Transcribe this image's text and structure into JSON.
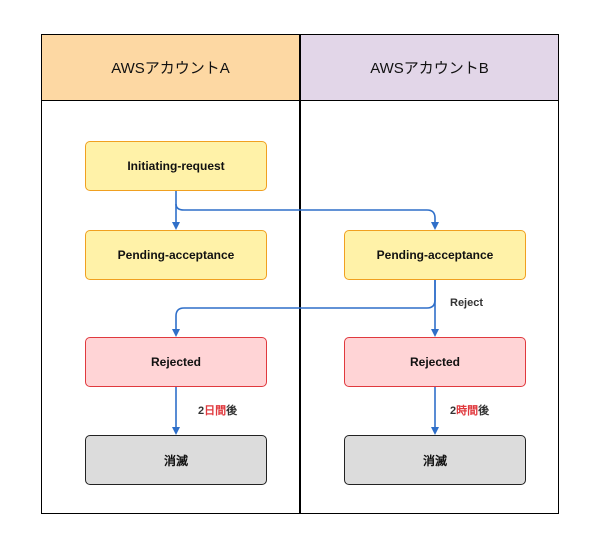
{
  "lanes": [
    {
      "id": "a",
      "title": "AWSアカウントA",
      "header_color": "#fdd8a3"
    },
    {
      "id": "b",
      "title": "AWSアカウントB",
      "header_color": "#e2d6e8"
    }
  ],
  "nodes": {
    "a_initiating": {
      "label": "Initiating-request"
    },
    "a_pending": {
      "label": "Pending-acceptance"
    },
    "b_pending": {
      "label": "Pending-acceptance"
    },
    "a_rejected": {
      "label": "Rejected"
    },
    "b_rejected": {
      "label": "Rejected"
    },
    "a_deleted": {
      "label": "消滅"
    },
    "b_deleted": {
      "label": "消滅"
    }
  },
  "edge_labels": {
    "reject": "Reject",
    "a_expire": {
      "num": "2",
      "unit": "日間",
      "suffix": "後"
    },
    "b_expire": {
      "num": "2",
      "unit": "時間",
      "suffix": "後"
    }
  },
  "colors": {
    "edge": "#2f6fc9",
    "pending_fill": "#fff2a8",
    "pending_border": "#f0a020",
    "rejected_fill": "#ffd4d6",
    "rejected_border": "#e0393e",
    "deleted_fill": "#dcdcdc",
    "accent_text": "#e0393e"
  }
}
